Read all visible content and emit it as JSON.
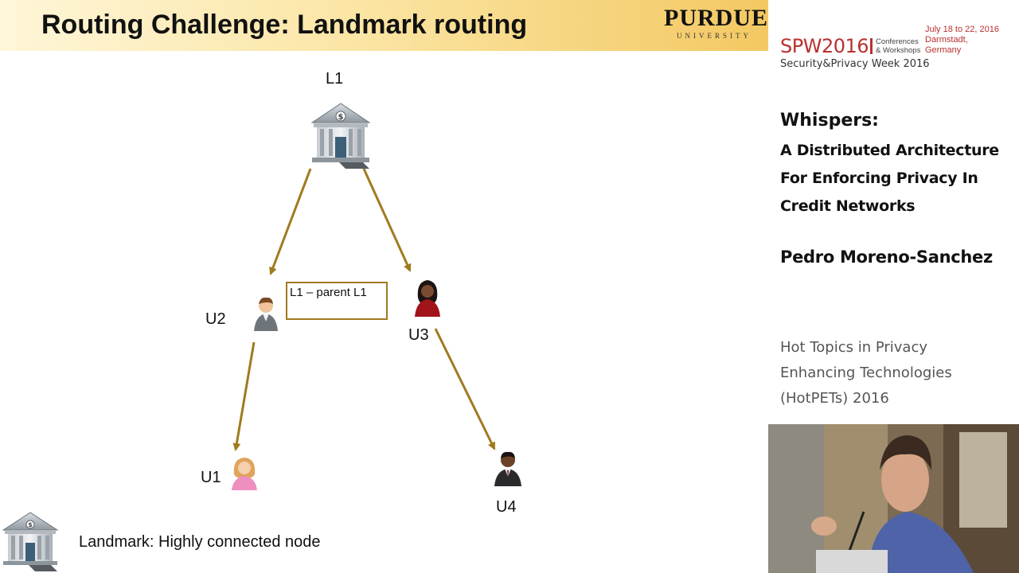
{
  "slide": {
    "title": "Routing Challenge: Landmark routing",
    "logo": {
      "main": "PURDUE",
      "sub": "UNIVERSITY"
    },
    "nodes": {
      "L1": "L1",
      "U1": "U1",
      "U2": "U2",
      "U3": "U3",
      "U4": "U4"
    },
    "parent_box_label": "L1 – parent L1",
    "legend_label": "Landmark: Highly connected node",
    "colors": {
      "arrow": "#a07a1f",
      "box_border": "#a07a1f"
    }
  },
  "sidebar": {
    "conference": {
      "name": "SPW2016",
      "conferences_line1": "Conferences",
      "conferences_line2": "& Workshops",
      "dates_line1": "July 18 to 22, 2016",
      "dates_line2": "Darmstadt,",
      "dates_line3": "Germany",
      "week": "Security&Privacy Week 2016"
    },
    "talk_title": "Whispers:",
    "talk_sub1": "A Distributed Architecture",
    "talk_sub2": "For Enforcing Privacy In",
    "talk_sub3": "Credit Networks",
    "speaker": "Pedro Moreno-Sanchez",
    "venue1": "Hot Topics in Privacy",
    "venue2": "Enhancing Technologies",
    "venue3": "(HotPETs) 2016"
  }
}
